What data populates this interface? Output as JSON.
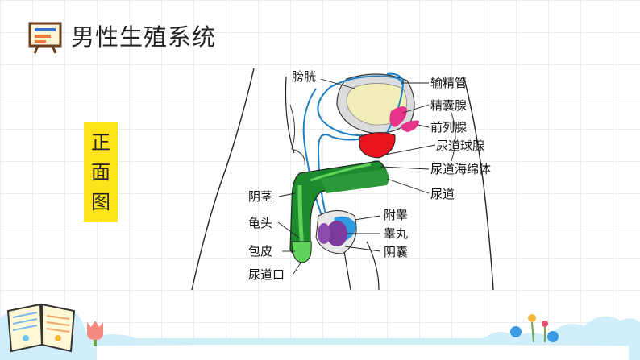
{
  "title": "男性生殖系统",
  "front_label": [
    "正",
    "面",
    "图"
  ],
  "labels": {
    "bladder": "膀胱",
    "vas_deferens": "输精管",
    "seminal_vesicle": "精囊腺",
    "prostate": "前列腺",
    "bulbourethral": "尿道球腺",
    "corpus_spongiosum": "尿道海绵体",
    "urethra": "尿道",
    "penis": "阴茎",
    "glans": "龟头",
    "foreskin": "包皮",
    "urethral_opening": "尿道口",
    "epididymis": "附睾",
    "testis": "睾丸",
    "scrotum": "阴囊"
  },
  "colors": {
    "accent_yellow": "#ffe31a",
    "penis_green": "#1e8a2e",
    "light_green": "#5fd35a",
    "prostate_red": "#e8141e",
    "seminal_pink": "#e8338a",
    "testis_purple": "#7b3a9e",
    "epididymis_blue": "#2e9be0",
    "duct_blue": "#1f7fc4",
    "bladder_yellow": "#f1edb8",
    "cloud_blue": "#cfeefa"
  },
  "icons": {
    "title_icon": "presentation-board-icon",
    "book_icon": "open-book-icon",
    "flower_icon": "tulip-icon"
  }
}
